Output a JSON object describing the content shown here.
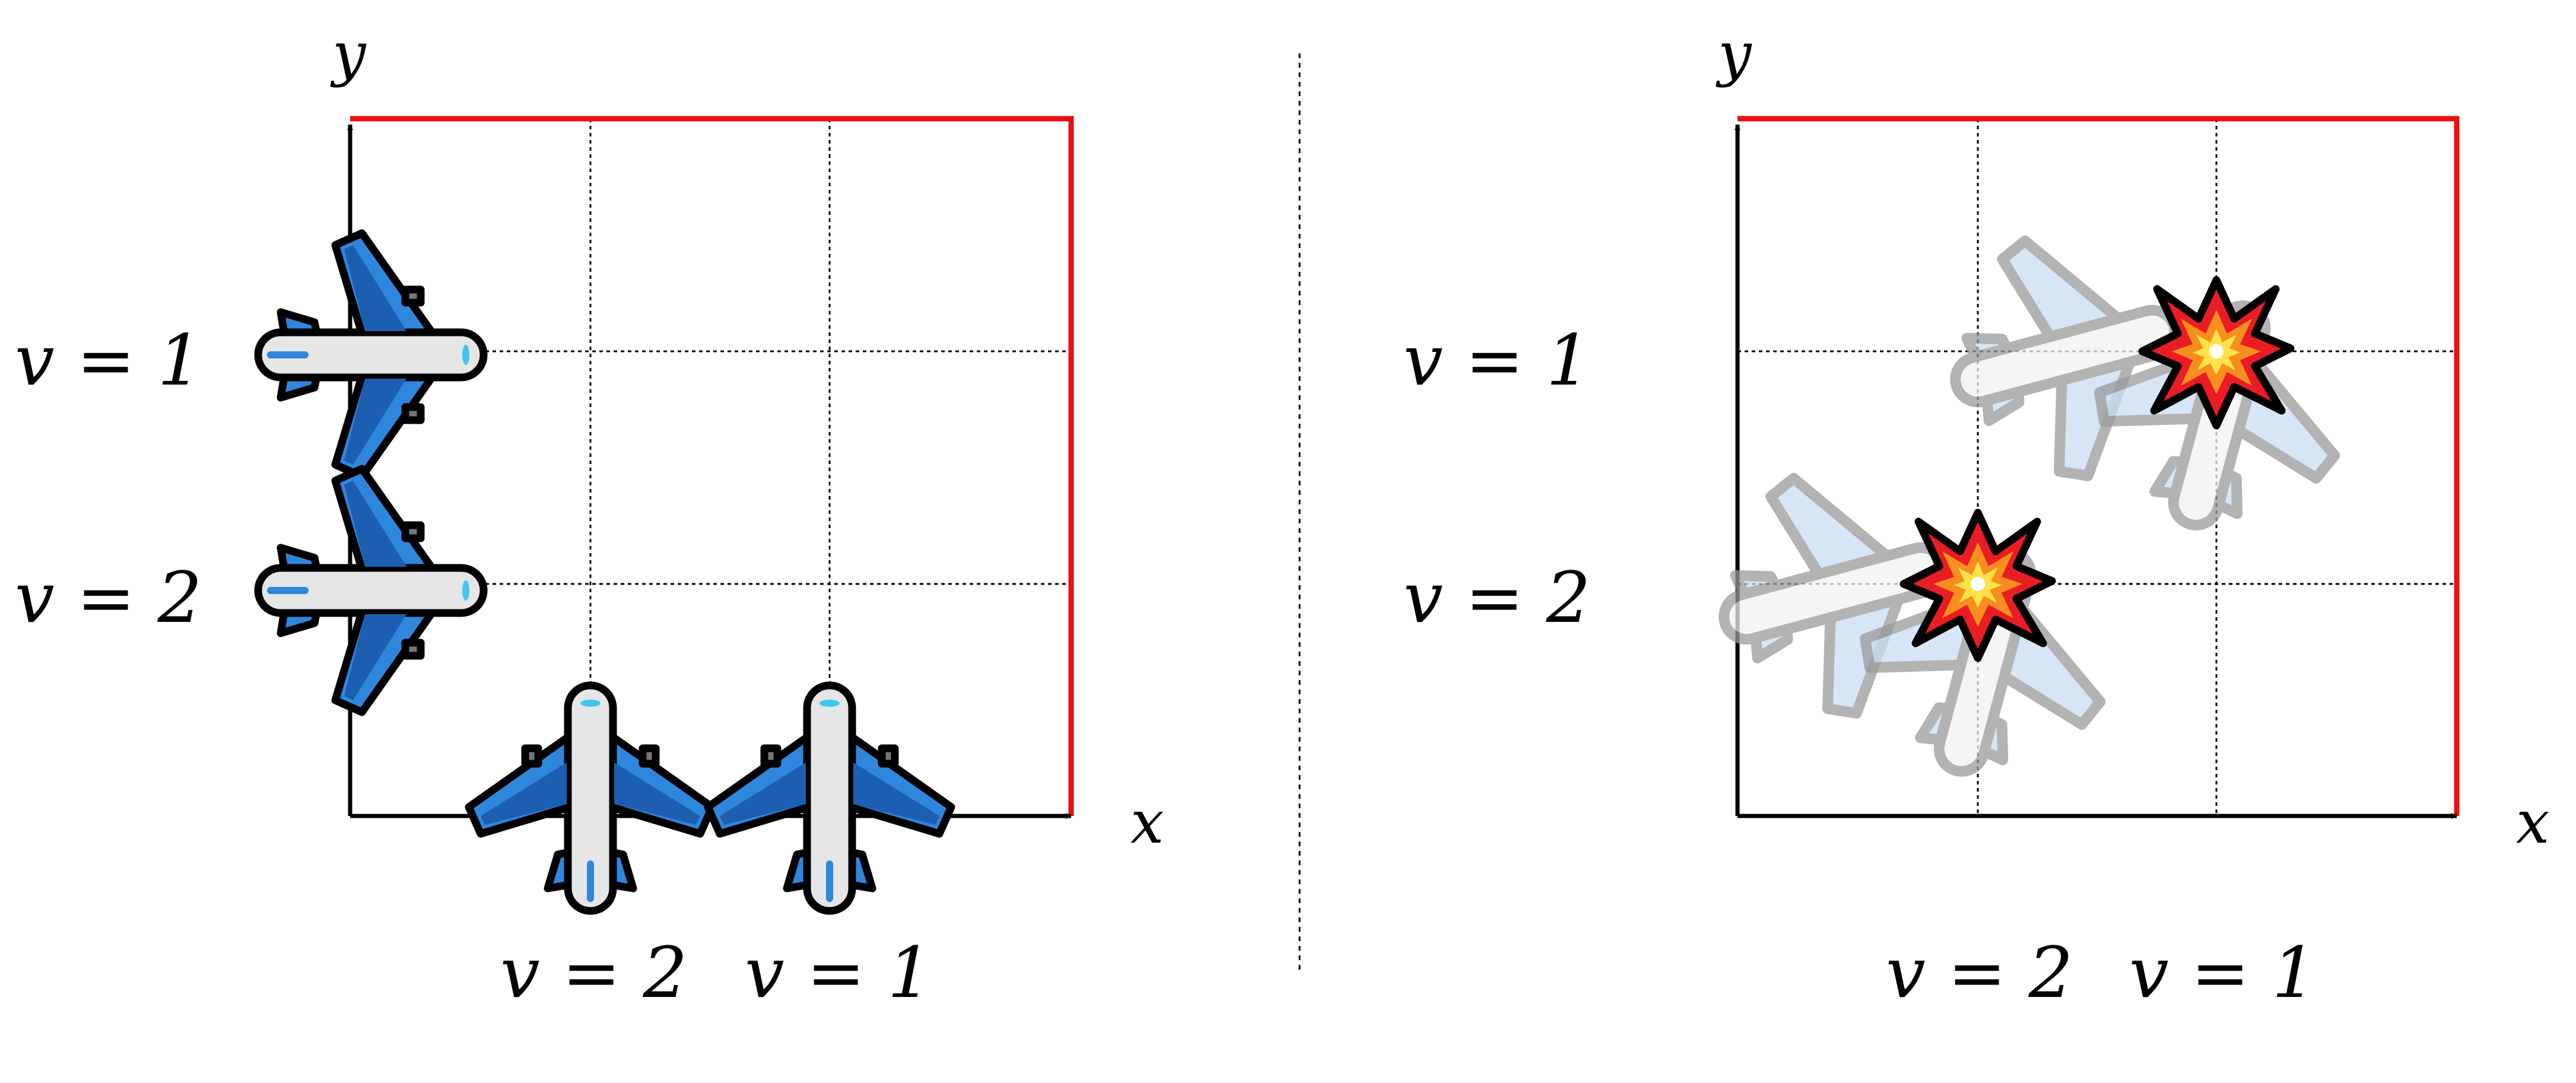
{
  "colors": {
    "boundary": "#e81010",
    "grid": "#000000",
    "plane_blue": "#2f86dd",
    "plane_blue_dark": "#1c5fb0",
    "plane_body": "#e6e6e6",
    "plane_outline": "#000000",
    "window": "#3fc6ee",
    "explosion_red": "#ea1c24",
    "explosion_orange": "#f78e1e",
    "explosion_yellow": "#ffe14c"
  },
  "left_panel": {
    "y_axis_label": "y",
    "x_axis_label": "x",
    "row_labels": [
      "v = 1",
      "v = 2"
    ],
    "col_labels": [
      "v = 2",
      "v = 1"
    ]
  },
  "right_panel": {
    "y_axis_label": "y",
    "x_axis_label": "x",
    "row_labels": [
      "v = 1",
      "v = 2"
    ],
    "col_labels": [
      "v = 2",
      "v = 1"
    ]
  }
}
